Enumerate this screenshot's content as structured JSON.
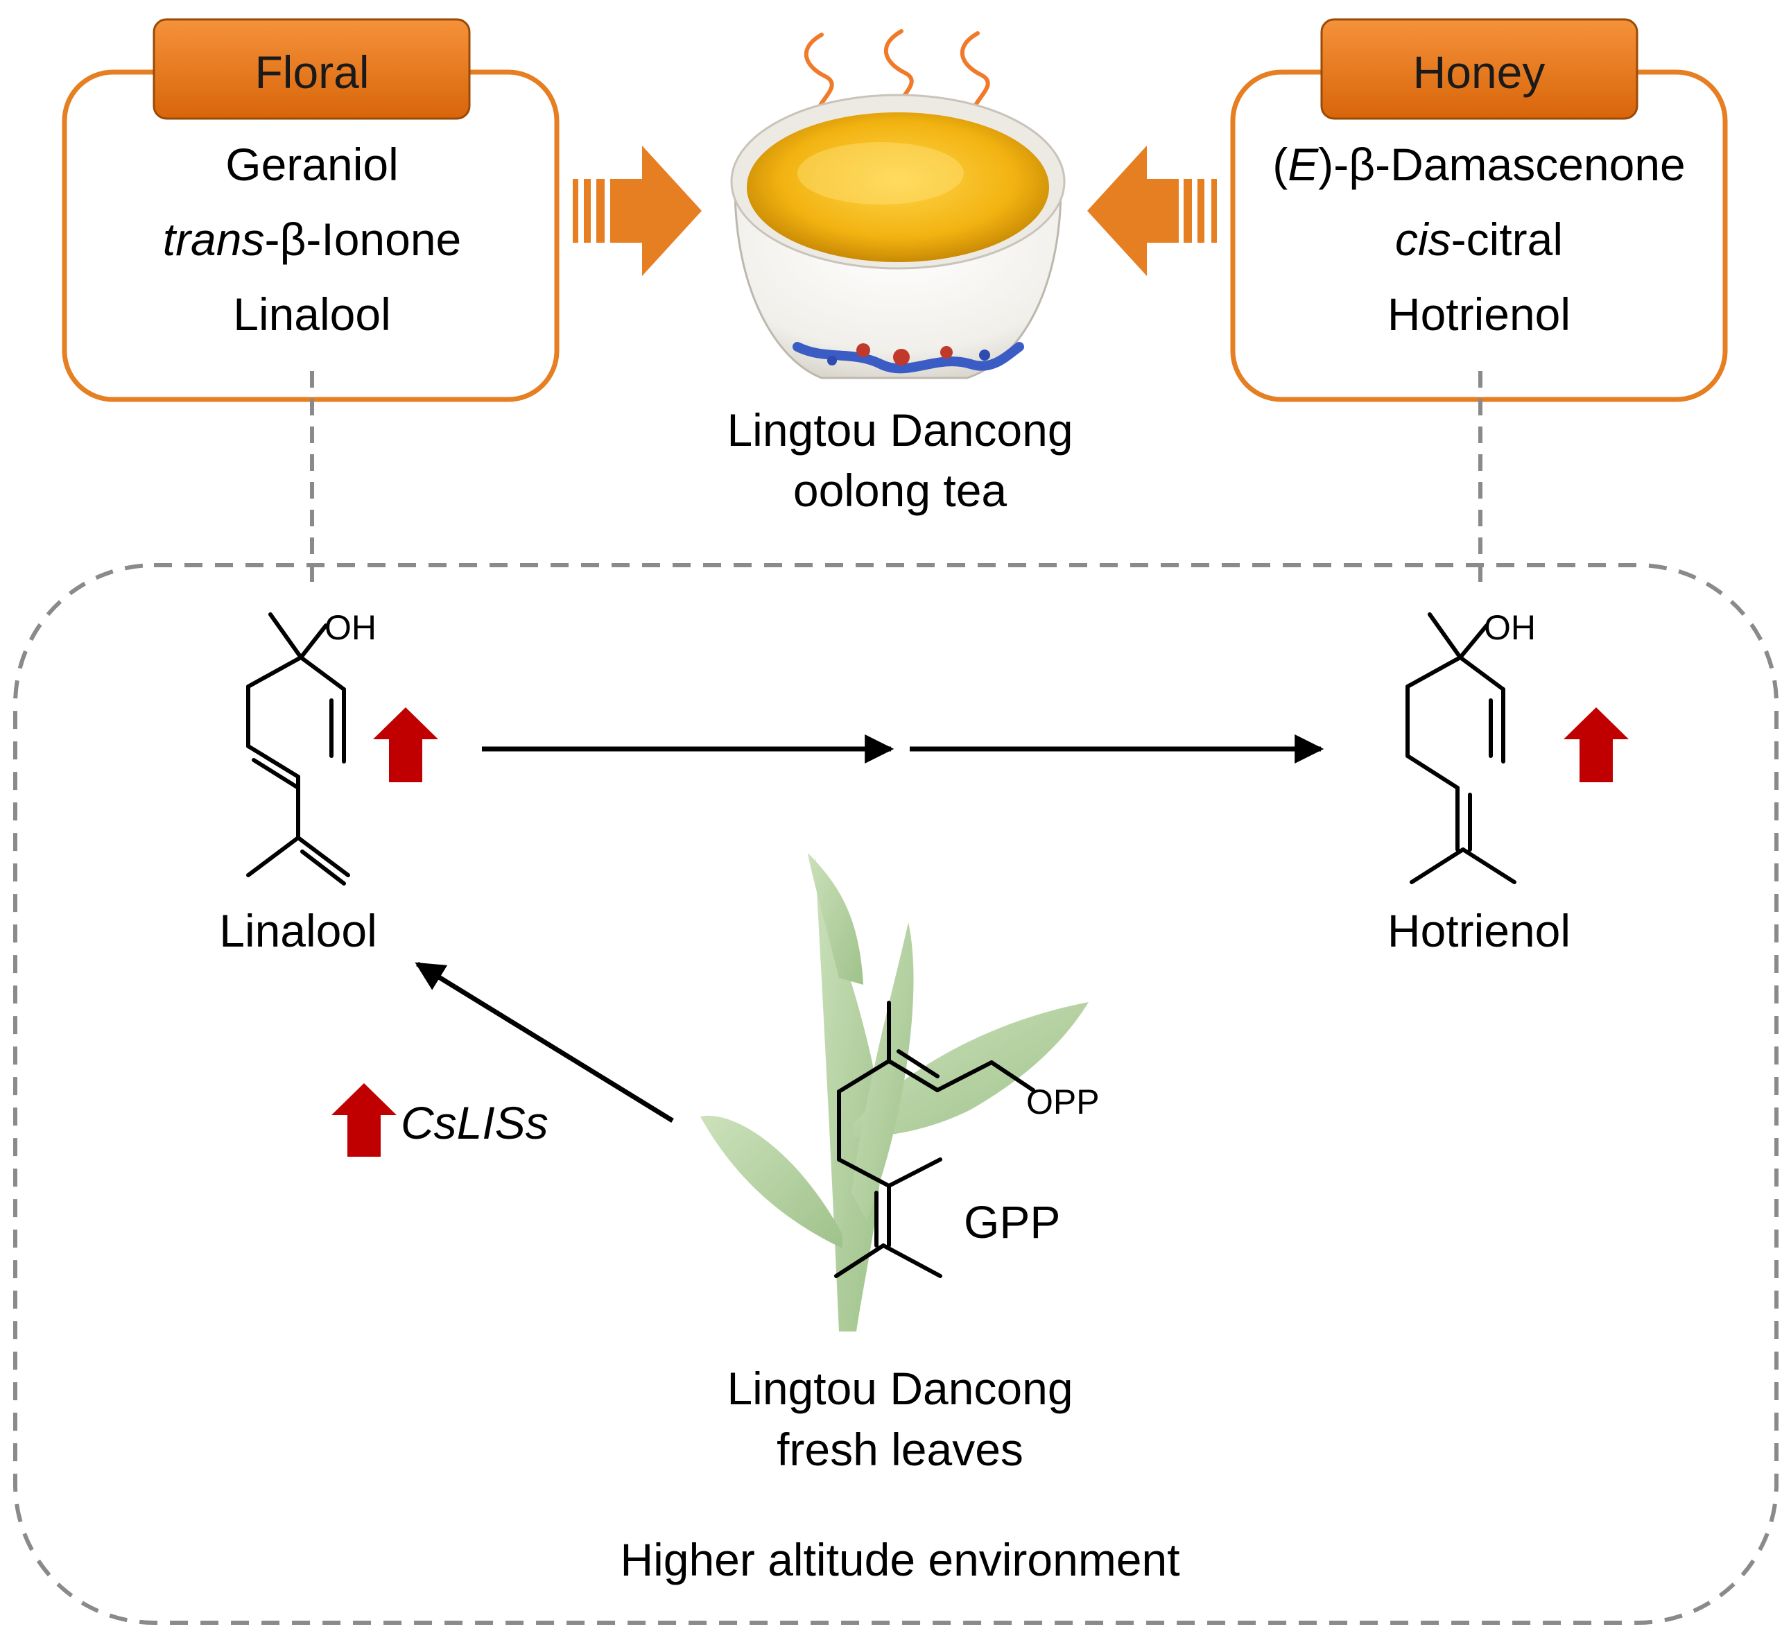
{
  "floral": {
    "label": "Floral",
    "compounds": {
      "c1": "Geraniol",
      "c2_italic": "trans",
      "c2_rest": "-β-Ionone",
      "c3": "Linalool"
    }
  },
  "honey": {
    "label": "Honey",
    "compounds": {
      "c1_open": "(",
      "c1_italic": "E",
      "c1_rest": ")-β-Damascenone",
      "c2_italic": "cis",
      "c2_rest": "-citral",
      "c3": "Hotrienol"
    }
  },
  "tea": {
    "line1": "Lingtou Dancong",
    "line2": "oolong tea"
  },
  "environment": {
    "label": "Higher altitude environment"
  },
  "molecules": {
    "linalool": {
      "name": "Linalool",
      "oh": "OH"
    },
    "hotrienol": {
      "name": "Hotrienol",
      "oh": "OH"
    },
    "gpp": {
      "name": "GPP",
      "opp": "OPP"
    }
  },
  "gene": {
    "label": "CsLISs"
  },
  "leaves": {
    "line1": "Lingtou Dancong",
    "line2": "fresh leaves"
  },
  "colors": {
    "orange": "#E67E22",
    "tab_fill": "#E8720C",
    "red_arrow": "#C00000",
    "dashed": "#888888",
    "leaf": "#A8C98F"
  }
}
